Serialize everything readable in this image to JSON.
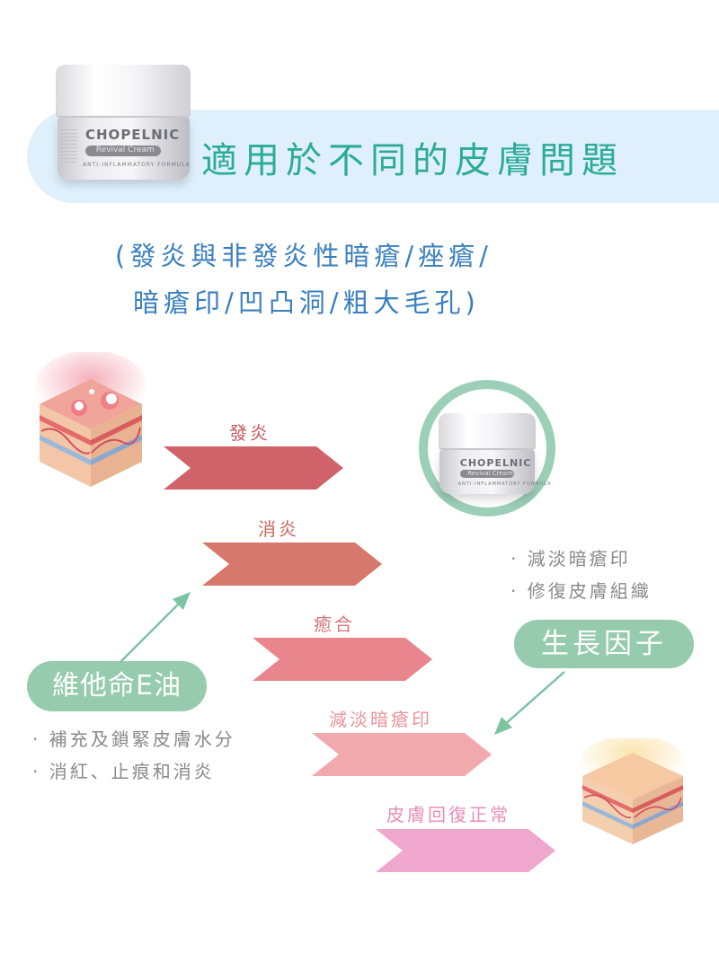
{
  "header": {
    "title": "適用於不同的皮膚問題",
    "subtitle_line1": "(發炎與非發炎性暗瘡/痤瘡/",
    "subtitle_line2": "暗瘡印/凹凸洞/粗大毛孔)"
  },
  "product": {
    "brand": "CHOPELNIC",
    "name": "Revival Cream",
    "formula": "ANTI-INFLAMMATORY FORMULA"
  },
  "stages": [
    {
      "label": "發炎",
      "color": "#d0636a",
      "label_color": "#c65a5f"
    },
    {
      "label": "消炎",
      "color": "#d6786c",
      "label_color": "#c8695e"
    },
    {
      "label": "癒合",
      "color": "#e9858c",
      "label_color": "#d8757c"
    },
    {
      "label": "減淡暗瘡印",
      "color": "#f2a9ad",
      "label_color": "#e9939a"
    },
    {
      "label": "皮膚回復正常",
      "color": "#efa7cd",
      "label_color": "#e88cba"
    }
  ],
  "vitamin": {
    "badge": "維他命E油",
    "bullets": [
      "· 補充及鎖緊皮膚水分",
      "· 消紅、止痕和消炎"
    ]
  },
  "growth": {
    "badge": "生長因子",
    "bullets": [
      "· 減淡暗瘡印",
      "· 修復皮膚組織"
    ]
  },
  "colors": {
    "accent_green": "#2bab9a",
    "badge_green": "#96cbad",
    "subtitle_blue": "#3a7fbf",
    "band_blue": "#dff0fc"
  }
}
